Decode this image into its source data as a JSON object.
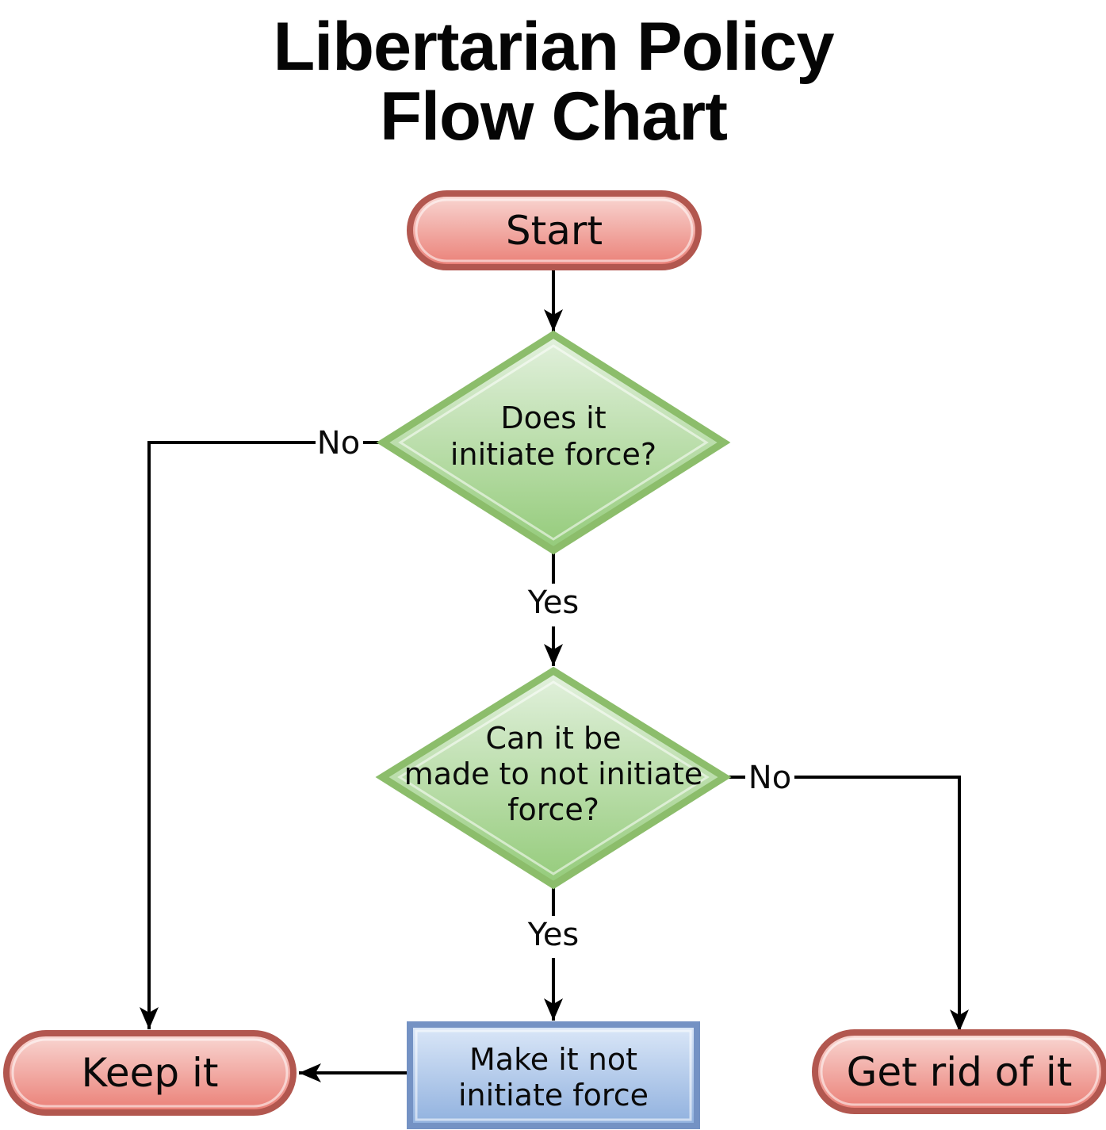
{
  "title": {
    "line1": "Libertarian Policy",
    "line2": "Flow Chart"
  },
  "nodes": {
    "start": {
      "label": "Start"
    },
    "decision_initiate_force": {
      "line1": "Does it",
      "line2": "initiate force?"
    },
    "decision_can_be_made": {
      "line1": "Can it be",
      "line2": "made to not initiate",
      "line3": "force?"
    },
    "process_make_not_initiate": {
      "line1": "Make it not",
      "line2": "initiate force"
    },
    "terminal_keep": {
      "label": "Keep it"
    },
    "terminal_get_rid": {
      "label": "Get rid of it"
    }
  },
  "edge_labels": {
    "d1_no": "No",
    "d1_yes": "Yes",
    "d2_no": "No",
    "d2_yes": "Yes"
  },
  "colors": {
    "terminator_border": "#b2574f",
    "terminator_fill_top": "#f9d8d4",
    "terminator_fill_bottom": "#ea7e75",
    "decision_border": "#8cbd6b",
    "decision_fill_top": "#e3f1de",
    "decision_fill_bottom": "#94cb7a",
    "process_border": "#7492c4",
    "process_fill_top": "#dce8f8",
    "process_fill_bottom": "#8fb0de",
    "line": "#000000",
    "text": "#0a0a0a",
    "background": "#ffffff"
  }
}
